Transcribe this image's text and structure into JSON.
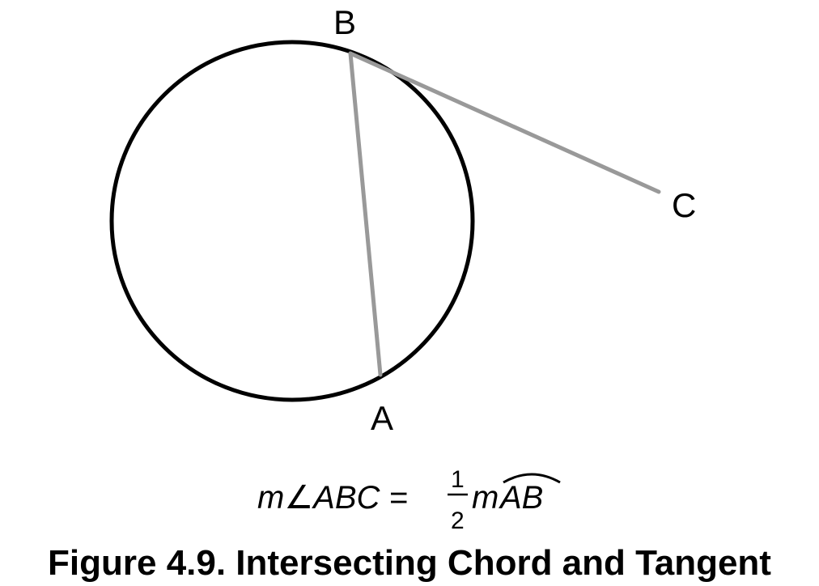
{
  "diagram": {
    "points": {
      "a": "A",
      "b": "B",
      "c": "C"
    },
    "formula": {
      "lhs": "m∠ABC =",
      "numerator": "1",
      "denominator": "2",
      "rhs_prefix": "m",
      "arc": "AB"
    },
    "caption": "Figure 4.9. Intersecting Chord and Tangent",
    "colors": {
      "circle": "#000000",
      "chord": "#999999",
      "tangent": "#999999",
      "text": "#000000"
    }
  }
}
